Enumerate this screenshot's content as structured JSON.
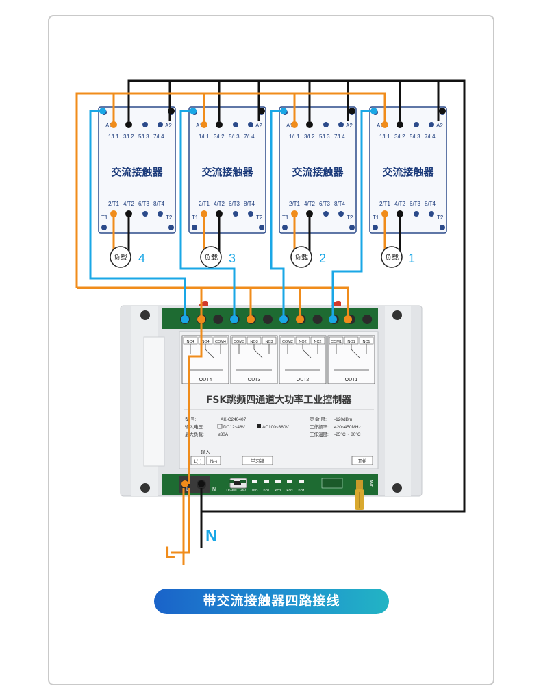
{
  "contactors": [
    {
      "title": "交流接触器",
      "terminal_a1": "A1",
      "terminal_a2": "A2",
      "top_terms": [
        "1/L1",
        "3/L2",
        "5/L3",
        "7/L4"
      ],
      "bottom_terms": [
        "2/T1",
        "4/T2",
        "6/T3",
        "8/T4"
      ],
      "terminal_t1": "T1",
      "terminal_t2": "T2",
      "load_label": "负载",
      "load_number": "4"
    },
    {
      "title": "交流接触器",
      "terminal_a1": "A1",
      "terminal_a2": "A2",
      "top_terms": [
        "1/L1",
        "3/L2",
        "5/L3",
        "7/L4"
      ],
      "bottom_terms": [
        "2/T1",
        "4/T2",
        "6/T3",
        "8/T4"
      ],
      "terminal_t1": "T1",
      "terminal_t2": "T2",
      "load_label": "负载",
      "load_number": "3"
    },
    {
      "title": "交流接触器",
      "terminal_a1": "A1",
      "terminal_a2": "A2",
      "top_terms": [
        "1/L1",
        "3/L2",
        "5/L3",
        "7/L4"
      ],
      "bottom_terms": [
        "2/T1",
        "4/T2",
        "6/T3",
        "8/T4"
      ],
      "terminal_t1": "T1",
      "terminal_t2": "T2",
      "load_label": "负载",
      "load_number": "2"
    },
    {
      "title": "交流接触器",
      "terminal_a1": "A1",
      "terminal_a2": "A2",
      "top_terms": [
        "1/L1",
        "3/L2",
        "5/L3",
        "7/L4"
      ],
      "bottom_terms": [
        "2/T1",
        "4/T2",
        "6/T3",
        "8/T4"
      ],
      "terminal_t1": "T1",
      "terminal_t2": "T2",
      "load_label": "负载",
      "load_number": "1"
    }
  ],
  "controller": {
    "relay_terminals": [
      "NC4",
      "NO4",
      "COM4",
      "COM3",
      "NO3",
      "NC3",
      "COM2",
      "NO2",
      "NC2",
      "COM1",
      "NO1",
      "NC1"
    ],
    "outputs": [
      "OUT4",
      "OUT3",
      "OUT2",
      "OUT1"
    ],
    "title": "FSK跳频四通道大功率工业控制器",
    "spec_model_label": "型    号:",
    "spec_model": "AK-C240407",
    "spec_input_label": "输入电压:",
    "spec_input_dc": "DC12~48V",
    "spec_input_ac": "AC100~380V",
    "spec_load_label": "最大负载:",
    "spec_load": "≤30A",
    "spec_sens_label": "灵 敏 度:",
    "spec_sens": "-120dBm",
    "spec_freq_label": "工作频率:",
    "spec_freq": "420~450MHz",
    "spec_temp_label": "工作温度:",
    "spec_temp": "-25°C ~ 80°C",
    "input_label": "输入",
    "input_l": "L(+)",
    "input_n": "N(-)",
    "learn_button": "学习键",
    "switch_label": "开始",
    "bottom_l": "L",
    "bottom_n": "N",
    "bottom_labels": [
      "LEARN",
      "+5V",
      "LED",
      "KO1",
      "KO2",
      "KO3",
      "KO4"
    ],
    "ant_label": "ANT"
  },
  "wires": {
    "line_label": "L",
    "neutral_label": "N",
    "line_color": "#f08c1b",
    "neutral_color": "#111111",
    "signal_color": "#1aa7e6"
  },
  "banner": {
    "text": "带交流接触器四路接线"
  }
}
